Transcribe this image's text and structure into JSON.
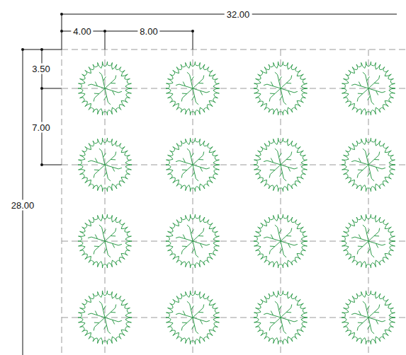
{
  "diagram": {
    "labels": [
      "32.00",
      "4.00",
      "8.00",
      "3.50",
      "7.00",
      "28.00"
    ]
  }
}
